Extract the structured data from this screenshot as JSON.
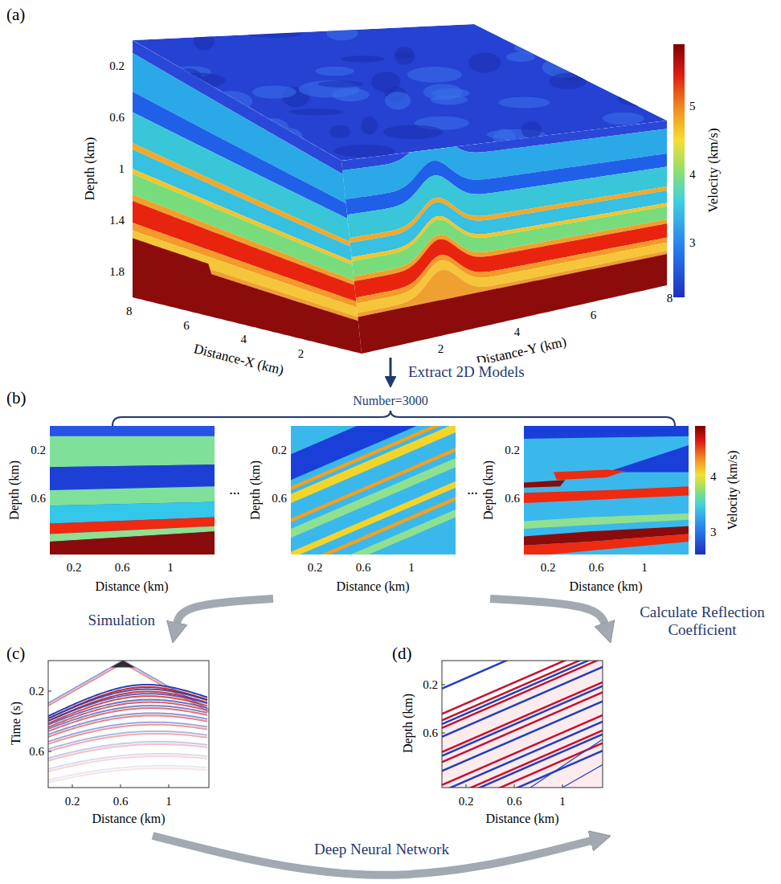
{
  "diagram": {
    "nodes": [
      {
        "text": [
          "(a)"
        ]
      },
      {
        "text": [
          "(b)"
        ]
      },
      {
        "text": [
          "(c)"
        ]
      },
      {
        "text": [
          "(d)"
        ]
      }
    ],
    "edges": [
      {
        "from": 0,
        "to": 1,
        "arrow": "to",
        "label": "Extract 2D Models"
      },
      {
        "from": 1,
        "to": 2,
        "arrow": "to",
        "label": "Simulation"
      },
      {
        "from": 1,
        "to": 3,
        "arrow": "to",
        "label": "Calculate Reflection Coefficient"
      },
      {
        "from": 2,
        "to": 3,
        "arrow": "to",
        "label": "Deep Neural Network"
      }
    ],
    "labels": [
      "Depth (km)",
      "0.2",
      "0.6",
      "1",
      "1.4",
      "1.8",
      "Distance-X (km)",
      "8",
      "6",
      "4",
      "2",
      "Distance-Y (km)",
      "2",
      "4",
      "6",
      "8",
      "Velocity (km/s)",
      "5",
      "4",
      "3",
      "Number=3000",
      "...",
      "...",
      "Depth (km)",
      "0.2",
      "0.6",
      "Distance (km)",
      "0.2",
      "0.6",
      "1",
      "Depth (km)",
      "0.2",
      "0.6",
      "Distance (km)",
      "0.2",
      "0.6",
      "1",
      "Depth (km)",
      "0.2",
      "0.6",
      "Distance (km)",
      "0.2",
      "0.6",
      "1",
      "Velocity (km/s)",
      "4",
      "3",
      "Time (s)",
      "0.2",
      "0.6",
      "Distance (km)",
      "0.2",
      "0.6",
      "1",
      "Depth (km)",
      "0.2",
      "0.6",
      "Distance (km)",
      "0.2",
      "0.6",
      "1"
    ]
  }
}
